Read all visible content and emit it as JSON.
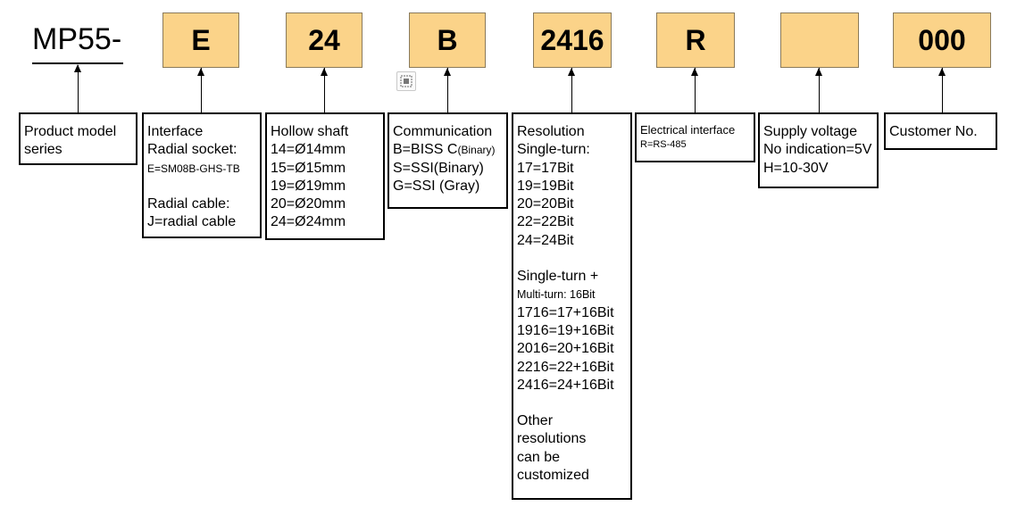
{
  "model": {
    "prefix": "MP55-"
  },
  "codes": [
    "E",
    "24",
    "B",
    "2416",
    "R",
    "",
    "000"
  ],
  "boxes": {
    "product": [
      "Product model",
      "series"
    ],
    "interface": {
      "title": "Interface",
      "socket_label": "Radial socket:",
      "socket_value": "E=SM08B-GHS-TB",
      "cable_label": "Radial cable:",
      "cable_value": "J=radial cable"
    },
    "shaft": [
      "Hollow shaft",
      "14=Ø14mm",
      "15=Ø15mm",
      "19=Ø19mm",
      "20=Ø20mm",
      "24=Ø24mm"
    ],
    "comm": {
      "title": "Communication",
      "biss_main": "B=BISS C",
      "biss_note": "(Binary)",
      "ssi_bin": "S=SSI(Binary)",
      "ssi_gray": "G=SSI (Gray)"
    },
    "resolution": {
      "title": "Resolution",
      "single_title": "Single-turn:",
      "single": [
        "17=17Bit",
        "19=19Bit",
        "20=20Bit",
        "22=22Bit",
        "24=24Bit"
      ],
      "multi_title": "Single-turn +",
      "multi_sub": "Multi-turn: 16Bit",
      "multi": [
        "1716=17+16Bit",
        "1916=19+16Bit",
        "2016=20+16Bit",
        "2216=22+16Bit",
        "2416=24+16Bit"
      ],
      "other": [
        "Other",
        "resolutions",
        "can be",
        "customized"
      ]
    },
    "electrical": {
      "title": "Electrical interface",
      "value": "R=RS-485"
    },
    "supply": [
      "Supply voltage",
      "No indication=5V",
      "H=10-30V"
    ],
    "customer": [
      "Customer No."
    ]
  },
  "icons": {
    "floating": "select-icon"
  },
  "colors": {
    "code_fill": "#fbd389",
    "code_border": "#8a7a5a",
    "line": "#000000"
  }
}
